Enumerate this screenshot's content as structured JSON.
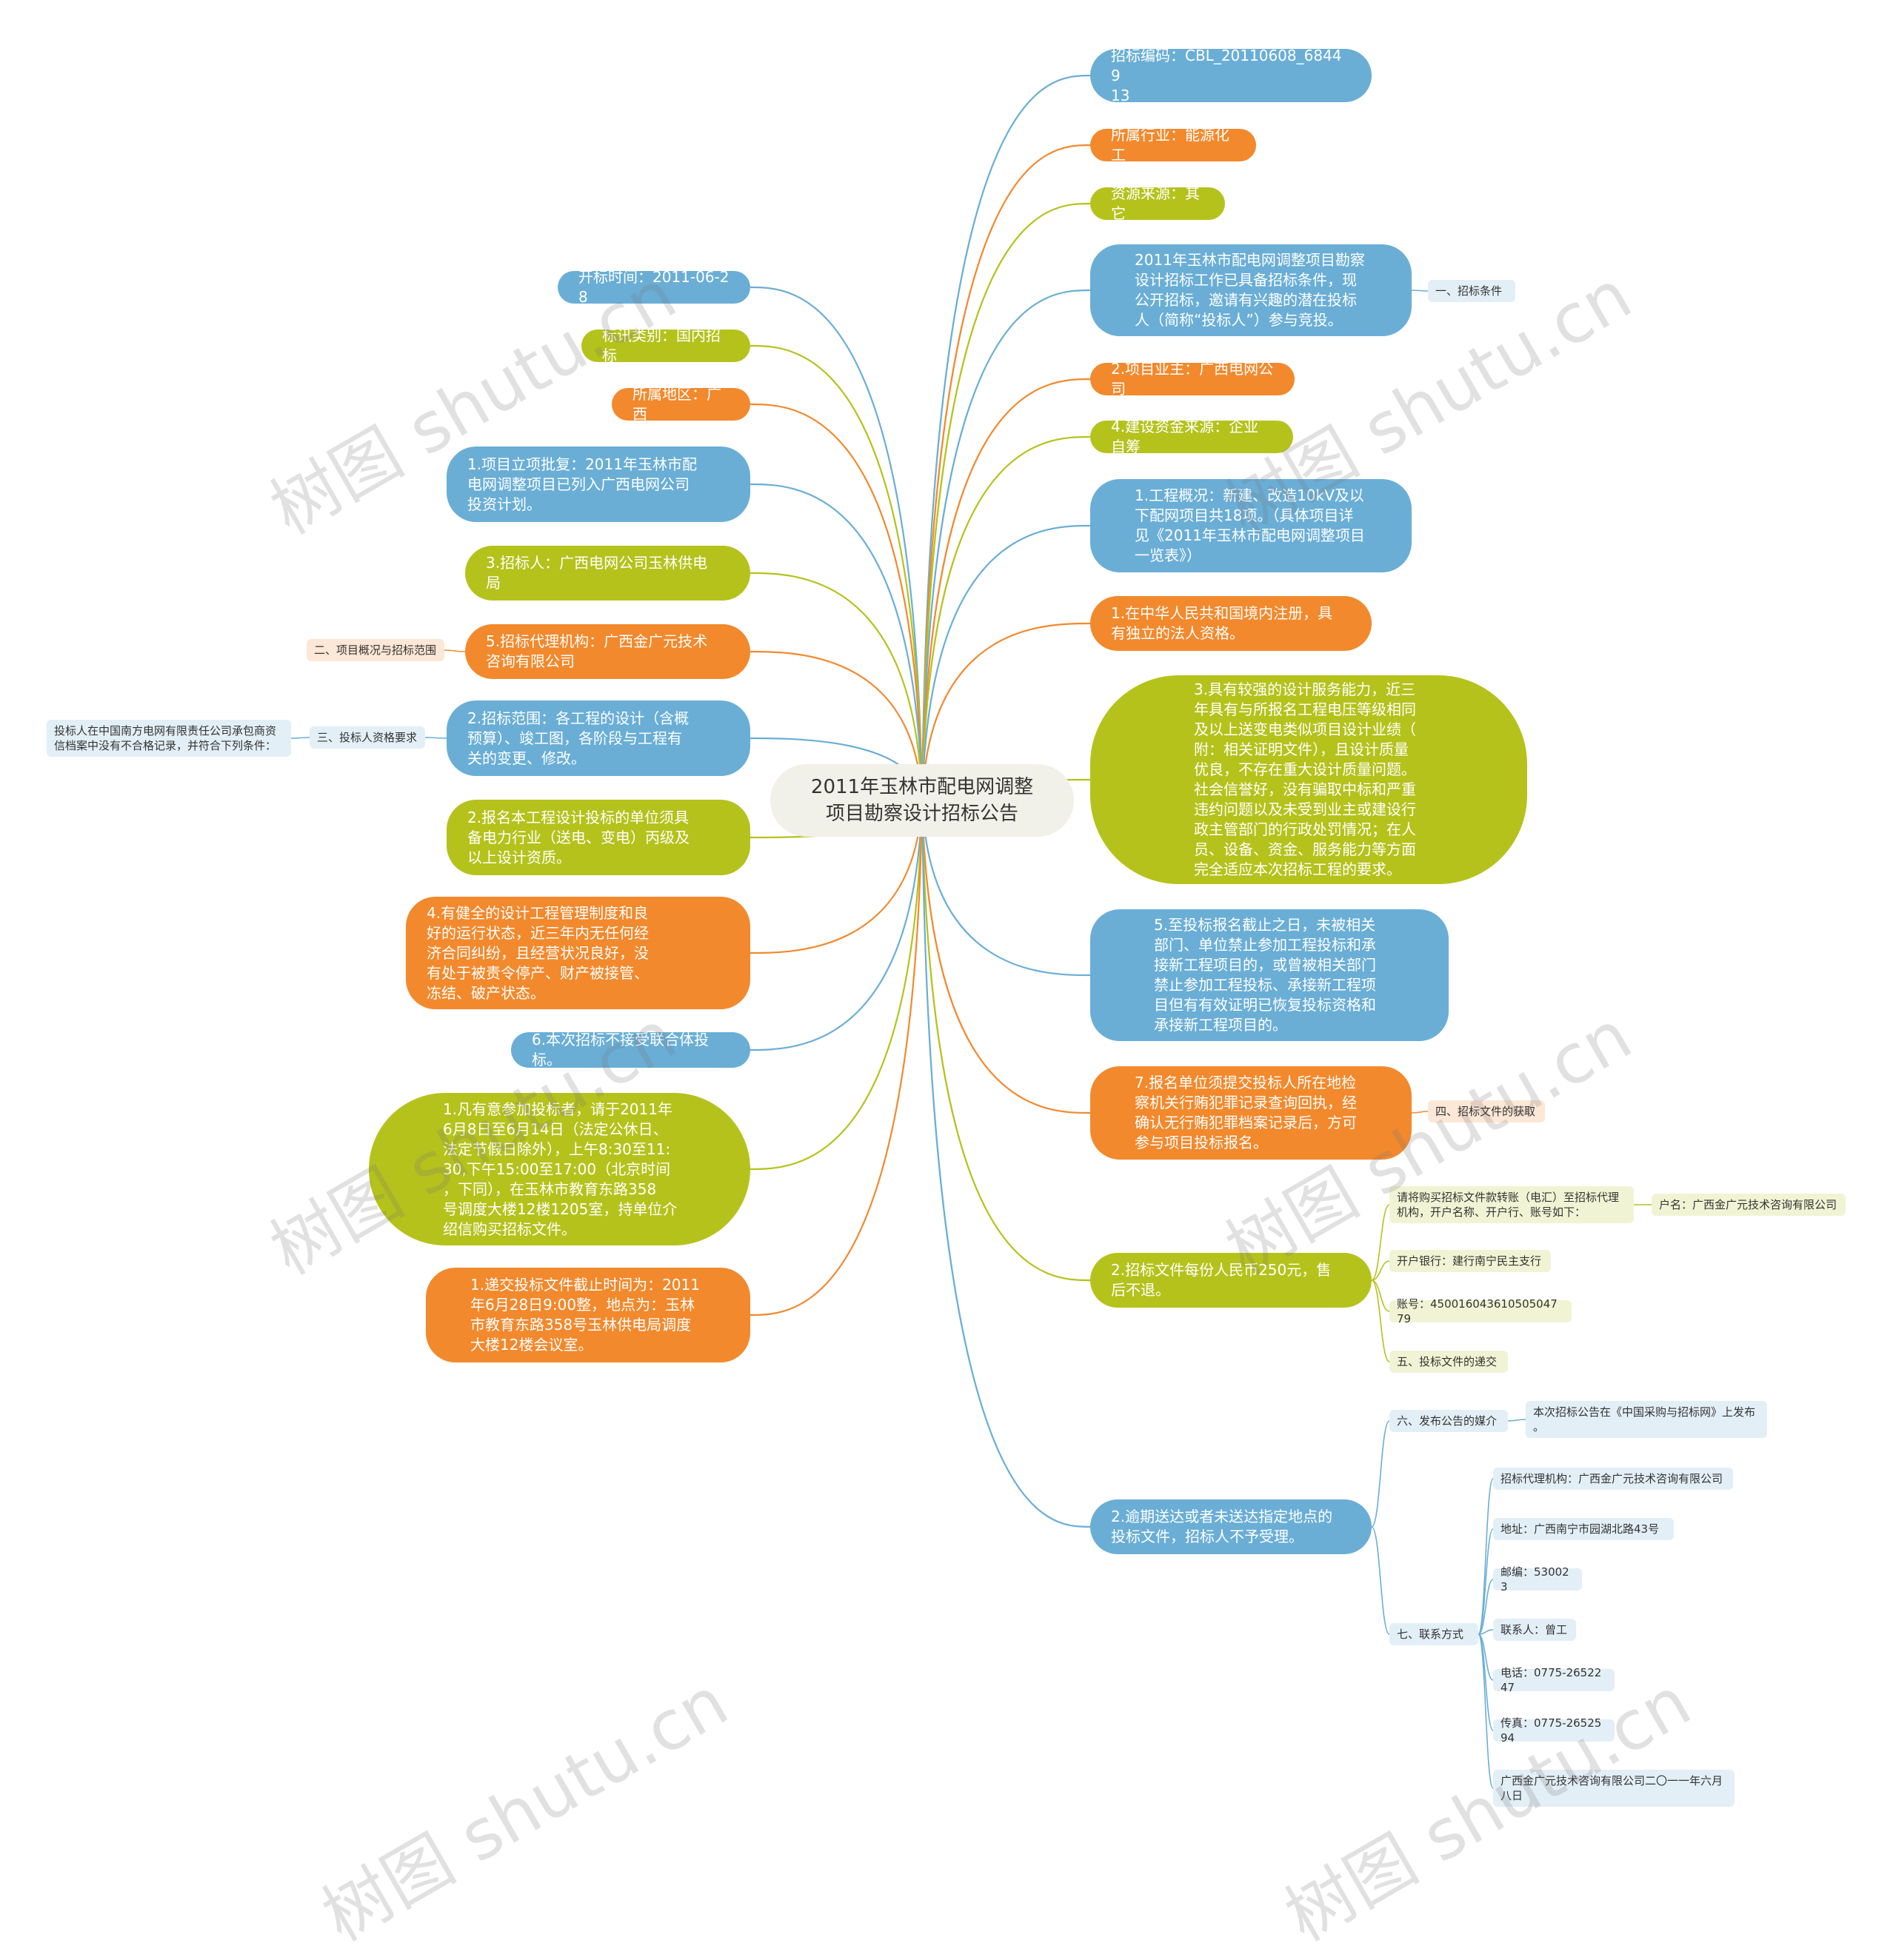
{
  "center": {
    "title": "2011年玉林市配电网调整\n项目勘察设计招标公告"
  },
  "left": [
    {
      "text": "开标时间：2011-06-28"
    },
    {
      "text": "标讯类别：国内招标"
    },
    {
      "text": "所属地区：广西"
    },
    {
      "text": "1.项目立项批复：2011年玉林市配\n电网调整项目已列入广西电网公司\n投资计划。"
    },
    {
      "text": "3.招标人：广西电网公司玉林供电\n局"
    },
    {
      "text": "5.招标代理机构：广西金广元技术\n咨询有限公司"
    },
    {
      "text": "2.招标范围：各工程的设计（含概\n预算）、竣工图，各阶段与工程有\n关的变更、修改。"
    },
    {
      "text": "2.报名本工程设计投标的单位须具\n备电力行业（送电、变电）丙级及\n以上设计资质。"
    },
    {
      "text": "4.有健全的设计工程管理制度和良\n好的运行状态，近三年内无任何经\n济合同纠纷，且经营状况良好，没\n有处于被责令停产、财产被接管、\n冻结、破产状态。"
    },
    {
      "text": "6.本次招标不接受联合体投标。"
    },
    {
      "text": "1.凡有意参加投标者，请于2011年\n6月8日至6月14日（法定公休日、\n法定节假日除外），上午8:30至11:\n30,下午15:00至17:00（北京时间\n，下同），在玉林市教育东路358\n号调度大楼12楼1205室，持单位介\n绍信购买招标文件。"
    },
    {
      "text": "1.递交投标文件截止时间为：2011\n年6月28日9:00整，地点为：玉林\n市教育东路358号玉林供电局调度\n大楼12楼会议室。"
    }
  ],
  "left_leaves": [
    {
      "text": "二、项目概况与招标范围"
    },
    {
      "text": "三、投标人资格要求"
    },
    {
      "text": "投标人在中国南方电网有限责任公司承包商资\n信档案中没有不合格记录，并符合下列条件："
    }
  ],
  "right": [
    {
      "text": "招标编码：CBL_20110608_68449\n13"
    },
    {
      "text": "所属行业：能源化工"
    },
    {
      "text": "资源来源：其它"
    },
    {
      "text": "2011年玉林市配电网调整项目勘察\n设计招标工作已具备招标条件，现\n公开招标，邀请有兴趣的潜在投标\n人（简称“投标人”）参与竞投。"
    },
    {
      "text": "2.项目业主：广西电网公司"
    },
    {
      "text": "4.建设资金来源：企业自筹"
    },
    {
      "text": "1.工程概况：新建、改造10kV及以\n下配网项目共18项。（具体项目详\n见《2011年玉林市配电网调整项目\n一览表》）"
    },
    {
      "text": "1.在中华人民共和国境内注册，具\n有独立的法人资格。"
    },
    {
      "text": "3.具有较强的设计服务能力，近三\n年具有与所报名工程电压等级相同\n及以上送变电类似项目设计业绩（\n附：相关证明文件），且设计质量\n优良，不存在重大设计质量问题。\n社会信誉好，没有骗取中标和严重\n违约问题以及未受到业主或建设行\n政主管部门的行政处罚情况；在人\n员、设备、资金、服务能力等方面\n完全适应本次招标工程的要求。"
    },
    {
      "text": "5.至投标报名截止之日，未被相关\n部门、单位禁止参加工程投标和承\n接新工程项目的，或曾被相关部门\n禁止参加工程投标、承接新工程项\n目但有有效证明已恢复投标资格和\n承接新工程项目的。"
    },
    {
      "text": "7.报名单位须提交投标人所在地检\n察机关行贿犯罪记录查询回执，经\n确认无行贿犯罪档案记录后，方可\n参与项目投标报名。"
    },
    {
      "text": "2.招标文件每份人民币250元，售\n后不退。"
    },
    {
      "text": "2.逾期送达或者未送达指定地点的\n投标文件，招标人不予受理。"
    }
  ],
  "right_leaves": [
    {
      "text": "一、招标条件"
    },
    {
      "text": "四、招标文件的获取"
    },
    {
      "text": "请将购买招标文件款转账（电汇）至招标代理\n机构，开户名称、开户行、账号如下："
    },
    {
      "text": "户名：广西金广元技术咨询有限公司"
    },
    {
      "text": "开户银行：建行南宁民主支行"
    },
    {
      "text": "账号：450016043610505047​79"
    },
    {
      "text": "五、投标文件的递交"
    },
    {
      "text": "六、发布公告的媒介"
    },
    {
      "text": "本次招标公告在《中国采购与招标网》上发布\n。"
    },
    {
      "text": "七、联系方式"
    },
    {
      "text": "招标代理机构：广西金广元技术咨询有限公司"
    },
    {
      "text": "地址：广西南宁市园湖北路43号"
    },
    {
      "text": "邮编：530023"
    },
    {
      "text": "联系人：曾工"
    },
    {
      "text": "电话：0775-2652247"
    },
    {
      "text": "传真：0775-2652594"
    },
    {
      "text": "广西金广元技术咨询有限公司二〇一一年六月\n八日"
    }
  ],
  "watermark": "树图 shutu.cn",
  "colors": {
    "blue": "#6aaed6",
    "orange": "#f2892d",
    "olive": "#b5c21c",
    "center": "#f1f0e9"
  }
}
